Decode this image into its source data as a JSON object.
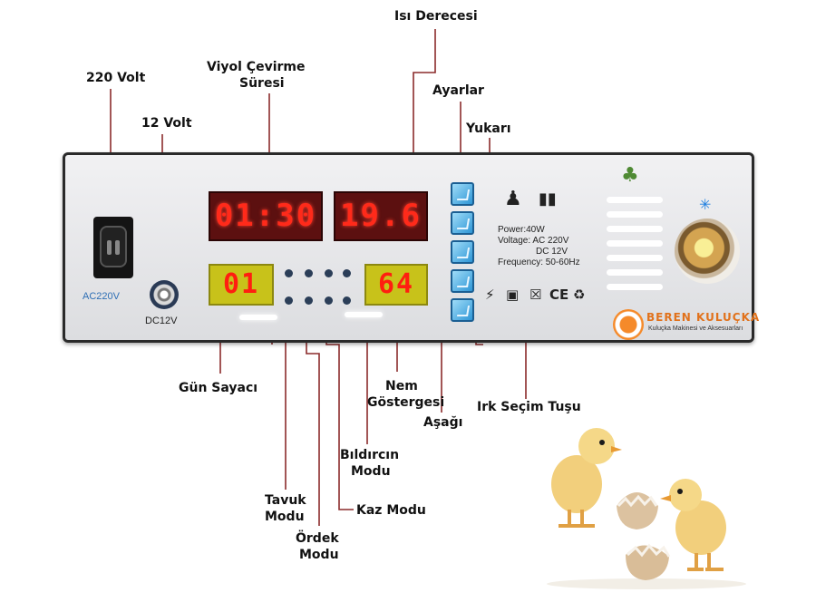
{
  "labels": {
    "isi_derecesi": "Isı Derecesi",
    "volt_220": "220 Volt",
    "viyol_1": "Viyol Çevirme",
    "viyol_2": "Süresi",
    "ayarlar": "Ayarlar",
    "volt_12": "12 Volt",
    "yukari": "Yukarı",
    "gun_sayaci": "Gün Sayacı",
    "nem_1": "Nem",
    "nem_2": "Göstergesi",
    "asagi": "Aşağı",
    "irk_secim": "Irk Seçim Tuşu",
    "bildircin_1": "Bıldırcın",
    "bildircin_2": "Modu",
    "tavuk_1": "Tavuk",
    "tavuk_2": "Modu",
    "kaz_modu": "Kaz Modu",
    "ordek_1": "Ördek",
    "ordek_2": "Modu"
  },
  "panel": {
    "ac_label": "AC220V",
    "dc_label": "DC12V",
    "display_time": "01:30",
    "display_temp": "19.6",
    "display_day": "01",
    "display_humidity": "64",
    "specs": {
      "power": "Power:40W",
      "voltage": "Voltage: AC  220V",
      "dc": "DC  12V",
      "frequency": "Frequency: 50-60Hz"
    },
    "certs": [
      "CE"
    ],
    "brand": "BEREN KULUÇKA",
    "brand_sub": "Kuluçka Makinesi ve Aksesuarları"
  },
  "colors": {
    "display_red": "#ff2a1a",
    "display_bg_dark": "#5c1010",
    "display_bg_yellow": "#c8c21a",
    "button_blue": "#2e96d6",
    "leader_line": "#8b2b2b",
    "brand_orange": "#e1721c"
  }
}
